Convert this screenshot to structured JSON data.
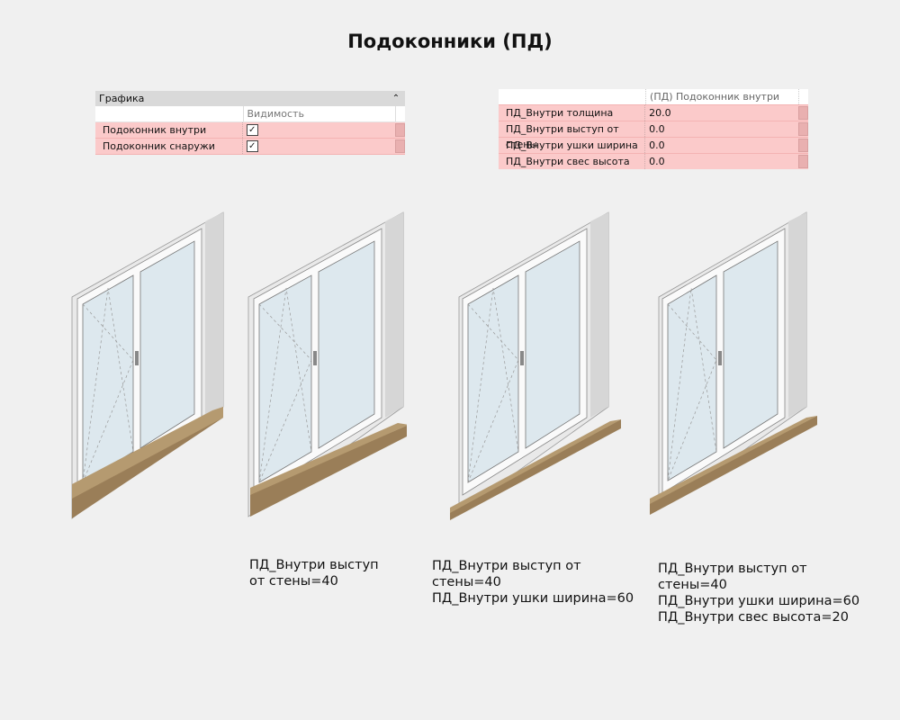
{
  "title": "Подоконники (ПД)",
  "graphics_panel": {
    "header": "Графика",
    "column_header": "Видимость",
    "rows": [
      {
        "label": "Подоконник внутри",
        "checked": true
      },
      {
        "label": "Подоконник снаружи",
        "checked": true
      }
    ]
  },
  "param_panel": {
    "column_header": "(ПД) Подоконник внутри",
    "rows": [
      {
        "name": "ПД_Внутри толщина",
        "value": "20.0"
      },
      {
        "name": "ПД_Внутри выступ от стены",
        "value": "0.0"
      },
      {
        "name": "ПД_Внутри ушки ширина",
        "value": "0.0"
      },
      {
        "name": "ПД_Внутри свес высота",
        "value": "0.0"
      }
    ]
  },
  "captions": [
    "",
    "ПД_Внутри выступ\nот стены=40",
    "ПД_Внутри выступ от\nстены=40\nПД_Внутри ушки ширина=60",
    "ПД_Внутри выступ от\nстены=40\nПД_Внутри ушки ширина=60\nПД_Внутри свес высота=20"
  ],
  "colors": {
    "highlight": "#fbcaca",
    "sill": "#9a7e58",
    "glass": "#dde8ee",
    "frame": "#f7f7f7"
  }
}
